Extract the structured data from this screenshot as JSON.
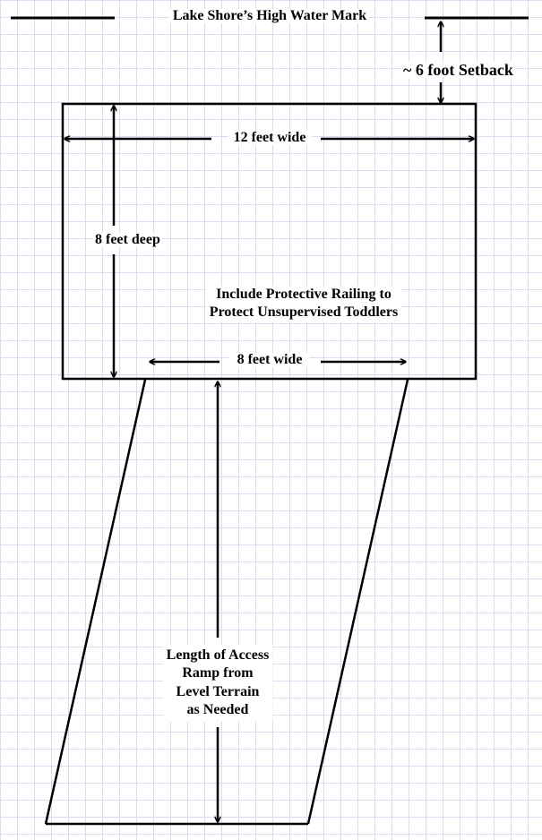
{
  "labels": {
    "high_water_mark": "Lake Shore’s  High Water Mark",
    "setback": "~ 6 foot Setback",
    "dock_width": "12 feet wide",
    "dock_depth": "8 feet deep",
    "railing": "Include Protective Railing to\nProtect  Unsupervised Toddlers",
    "ramp_width": "8 feet wide",
    "ramp_length": "Length of Access\nRamp from\nLevel Terrain\nas Needed"
  },
  "colors": {
    "line": "#000000",
    "grid": "#d7dcee",
    "background": "#ffffff"
  }
}
